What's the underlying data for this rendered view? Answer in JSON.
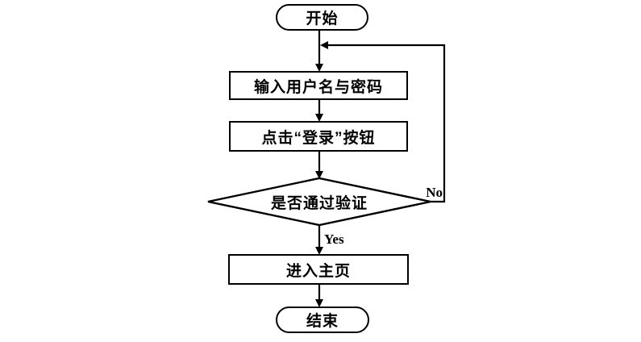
{
  "flowchart": {
    "title": "login-flowchart",
    "background_color": "#ffffff",
    "stroke_color": "#000000",
    "nodes": {
      "start": {
        "label": "开始",
        "type": "terminator"
      },
      "input": {
        "label": "输入用户名与密码",
        "type": "process"
      },
      "click": {
        "label": "点击“登录”按钮",
        "type": "process"
      },
      "decision": {
        "label": "是否通过验证",
        "type": "decision"
      },
      "home": {
        "label": "进入主页",
        "type": "process"
      },
      "end": {
        "label": "结束",
        "type": "terminator"
      }
    },
    "edges": {
      "yes_label": "Yes",
      "no_label": "No"
    }
  }
}
